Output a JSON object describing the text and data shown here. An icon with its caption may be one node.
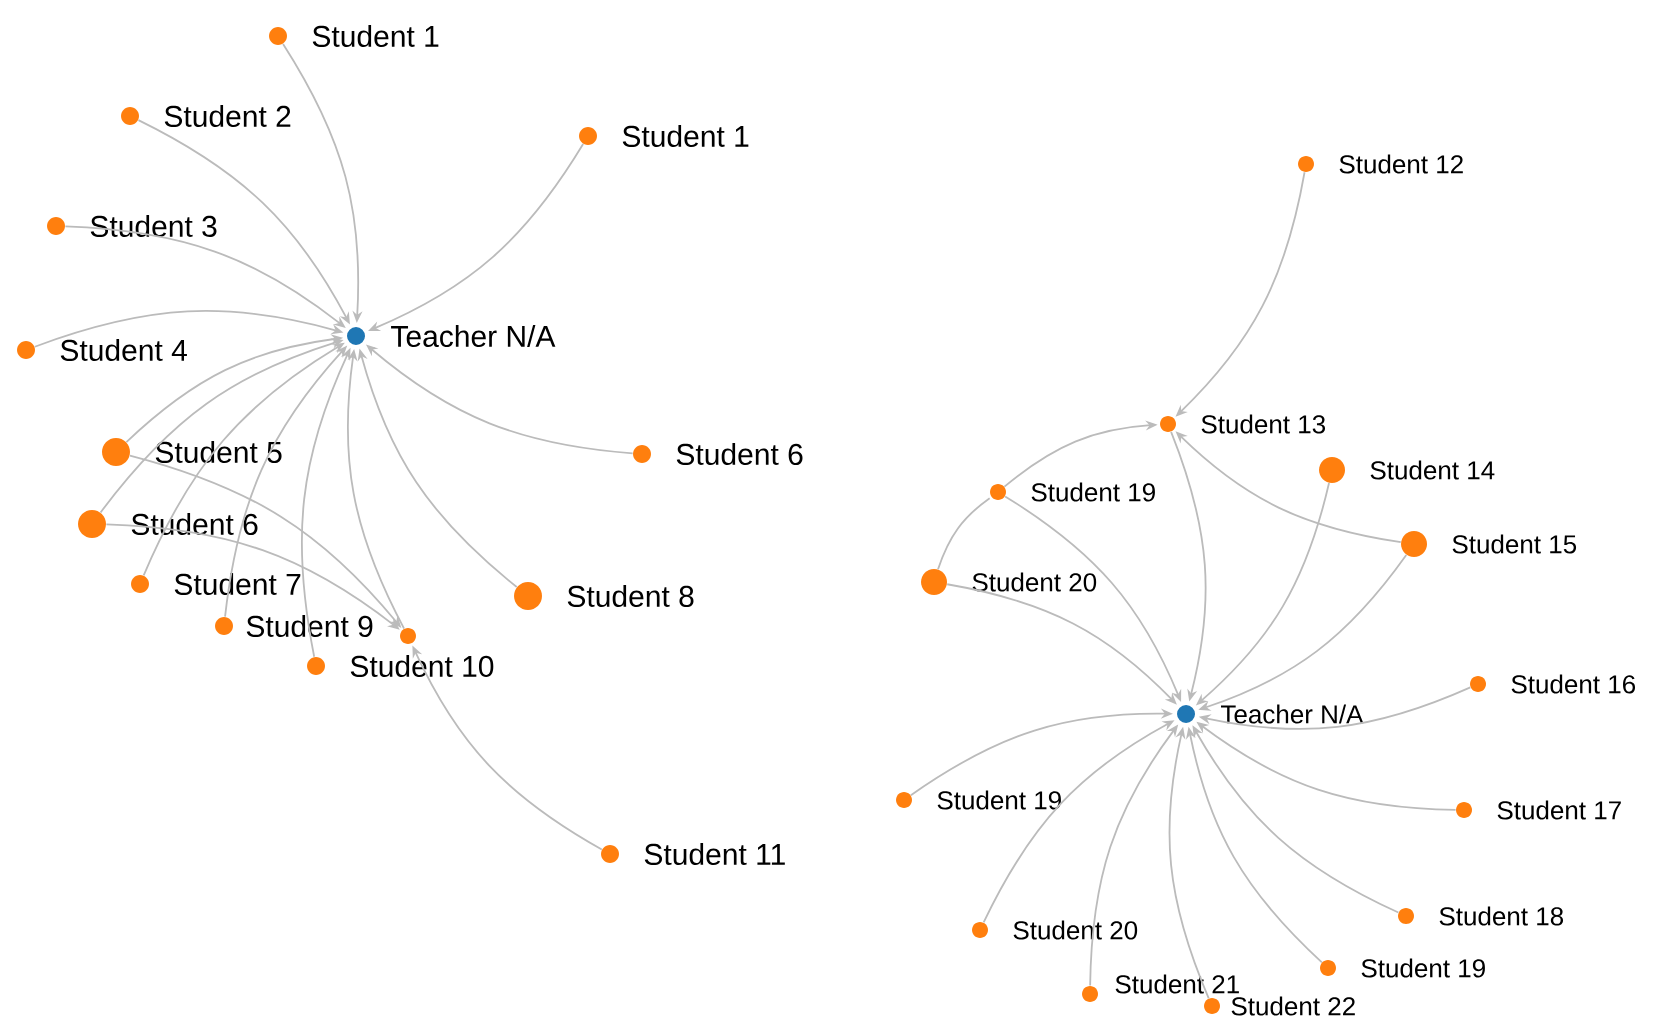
{
  "diagram": {
    "nodes": [
      {
        "text": [],
        "shape": "circle",
        "beside": [
          "Student 1"
        ]
      },
      {
        "text": [],
        "shape": "circle",
        "beside": [
          "Student 2"
        ]
      },
      {
        "text": [],
        "shape": "circle",
        "beside": [
          "Student 1"
        ]
      },
      {
        "text": [],
        "shape": "circle",
        "beside": [
          "Student 3"
        ]
      },
      {
        "text": [],
        "shape": "circle",
        "beside": [
          "Teacher N/A"
        ]
      },
      {
        "text": [],
        "shape": "circle",
        "beside": [
          "Student 4"
        ]
      },
      {
        "text": [],
        "shape": "circle",
        "beside": [
          "Student 5"
        ]
      },
      {
        "text": [],
        "shape": "circle",
        "beside": [
          "Student 6"
        ]
      },
      {
        "text": [],
        "shape": "circle",
        "beside": [
          "Student 6"
        ]
      },
      {
        "text": [],
        "shape": "circle",
        "beside": [
          "Student 7"
        ]
      },
      {
        "text": [],
        "shape": "circle",
        "beside": [
          "Student 8"
        ]
      },
      {
        "text": [],
        "shape": "circle",
        "beside": [
          "Student 9"
        ]
      },
      {
        "text": [],
        "shape": "circle"
      },
      {
        "text": [],
        "shape": "circle",
        "beside": [
          "Student 10"
        ]
      },
      {
        "text": [],
        "shape": "circle",
        "beside": [
          "Student 11"
        ]
      },
      {
        "text": [],
        "shape": "circle",
        "beside": [
          "Student 12"
        ]
      },
      {
        "text": [],
        "shape": "circle",
        "beside": [
          "Student 13"
        ]
      },
      {
        "text": [],
        "shape": "circle",
        "beside": [
          "Student 19"
        ]
      },
      {
        "text": [],
        "shape": "circle",
        "beside": [
          "Student 14"
        ]
      },
      {
        "text": [],
        "shape": "circle",
        "beside": [
          "Student 15"
        ]
      },
      {
        "text": [],
        "shape": "circle",
        "beside": [
          "Student 20"
        ]
      },
      {
        "text": [],
        "shape": "circle",
        "beside": [
          "Teacher N/A"
        ]
      },
      {
        "text": [],
        "shape": "circle",
        "beside": [
          "Student 16"
        ]
      },
      {
        "text": [],
        "shape": "circle",
        "beside": [
          "Student 19"
        ]
      },
      {
        "text": [],
        "shape": "circle",
        "beside": [
          "Student 17"
        ]
      },
      {
        "text": [],
        "shape": "circle",
        "beside": [
          "Student 18"
        ]
      },
      {
        "text": [],
        "shape": "circle",
        "beside": [
          "Student 20"
        ]
      },
      {
        "text": [],
        "shape": "circle",
        "beside": [
          "Student 21"
        ]
      },
      {
        "text": [],
        "shape": "circle",
        "beside": [
          "Student 19"
        ]
      },
      {
        "text": [],
        "shape": "circle",
        "beside": [
          "Student 22"
        ]
      }
    ],
    "edges": [
      {
        "from": 0,
        "to": 4,
        "arrow": "to"
      },
      {
        "from": 1,
        "to": 4,
        "arrow": "to"
      },
      {
        "from": 2,
        "to": 4,
        "arrow": "to"
      },
      {
        "from": 3,
        "to": 4,
        "arrow": "to"
      },
      {
        "from": 5,
        "to": 4,
        "arrow": "to"
      },
      {
        "from": 6,
        "to": 4,
        "arrow": "to"
      },
      {
        "from": 7,
        "to": 4,
        "arrow": "to"
      },
      {
        "from": 8,
        "to": 4,
        "arrow": "to"
      },
      {
        "from": 9,
        "to": 4,
        "arrow": "to"
      },
      {
        "from": 10,
        "to": 4,
        "arrow": "to"
      },
      {
        "from": 11,
        "to": 4,
        "arrow": "to"
      },
      {
        "from": 12,
        "to": 4,
        "arrow": "to"
      },
      {
        "from": 13,
        "to": 4,
        "arrow": "to"
      },
      {
        "from": 6,
        "to": 12,
        "arrow": "to"
      },
      {
        "from": 8,
        "to": 12,
        "arrow": "to"
      },
      {
        "from": 14,
        "to": 12,
        "arrow": "to"
      },
      {
        "from": 15,
        "to": 16,
        "arrow": "to"
      },
      {
        "from": 17,
        "to": 16,
        "arrow": "to"
      },
      {
        "from": 19,
        "to": 16,
        "arrow": "to"
      },
      {
        "from": 16,
        "to": 21,
        "arrow": "to"
      },
      {
        "from": 17,
        "to": 21,
        "arrow": "to"
      },
      {
        "from": 18,
        "to": 21,
        "arrow": "to"
      },
      {
        "from": 19,
        "to": 21,
        "arrow": "to"
      },
      {
        "from": 20,
        "to": 17,
        "arrow": "none"
      },
      {
        "from": 20,
        "to": 21,
        "arrow": "to"
      },
      {
        "from": 22,
        "to": 21,
        "arrow": "to"
      },
      {
        "from": 23,
        "to": 21,
        "arrow": "to"
      },
      {
        "from": 24,
        "to": 21,
        "arrow": "to"
      },
      {
        "from": 25,
        "to": 21,
        "arrow": "to"
      },
      {
        "from": 26,
        "to": 21,
        "arrow": "to"
      },
      {
        "from": 27,
        "to": 21,
        "arrow": "to"
      },
      {
        "from": 28,
        "to": 21,
        "arrow": "to"
      },
      {
        "from": 29,
        "to": 21,
        "arrow": "to"
      }
    ]
  }
}
